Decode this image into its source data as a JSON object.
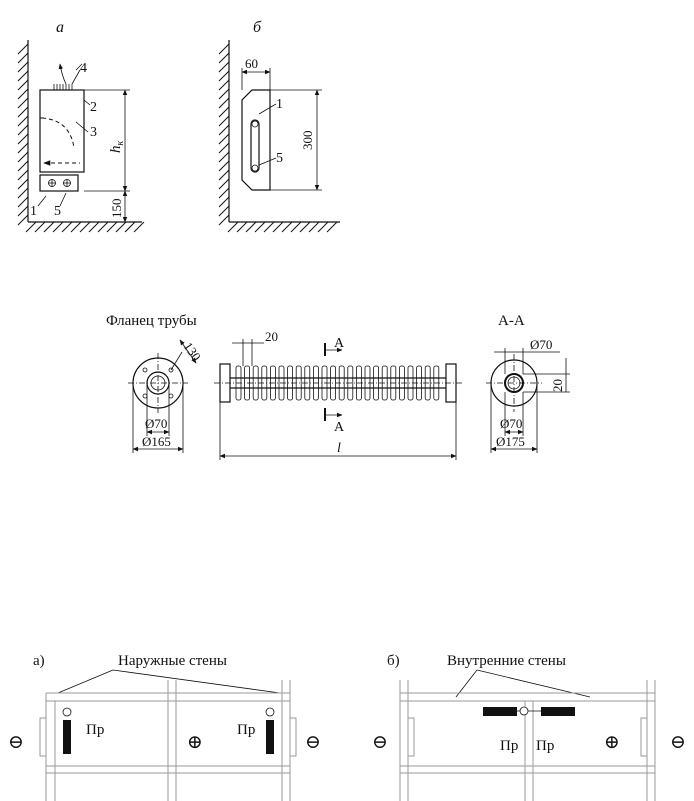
{
  "panel_a": {
    "letter": "а",
    "callouts": [
      "1",
      "2",
      "3",
      "4",
      "5"
    ],
    "dims": {
      "height": "h",
      "height_sub": "к",
      "floor_gap": "150"
    }
  },
  "panel_b": {
    "letter": "б",
    "callouts": [
      "1",
      "5"
    ],
    "dims": {
      "width": "60",
      "height": "300"
    }
  },
  "pipe": {
    "flange_title": "Фланец трубы",
    "flange_dims": {
      "diag": "130",
      "inner": "Ø70",
      "outer": "Ø165"
    },
    "body_dims": {
      "fin_pitch": "20",
      "section_mark_top": "А",
      "section_mark_bottom": "А",
      "length": "l"
    },
    "section_title": "А-А",
    "section_dims": {
      "top_dia": "Ø70",
      "offset": "20",
      "inner": "Ø70",
      "outer": "Ø175"
    }
  },
  "plan_a": {
    "letter": "а)",
    "title": "Наружные стены",
    "labels": [
      "Пр",
      "Пр"
    ],
    "signs": [
      "⊖",
      "⊕",
      "⊖"
    ]
  },
  "plan_b": {
    "letter": "б)",
    "title": "Внутренние стены",
    "labels": [
      "Пр",
      "Пр"
    ],
    "signs": [
      "⊖",
      "⊕",
      "⊖"
    ]
  }
}
